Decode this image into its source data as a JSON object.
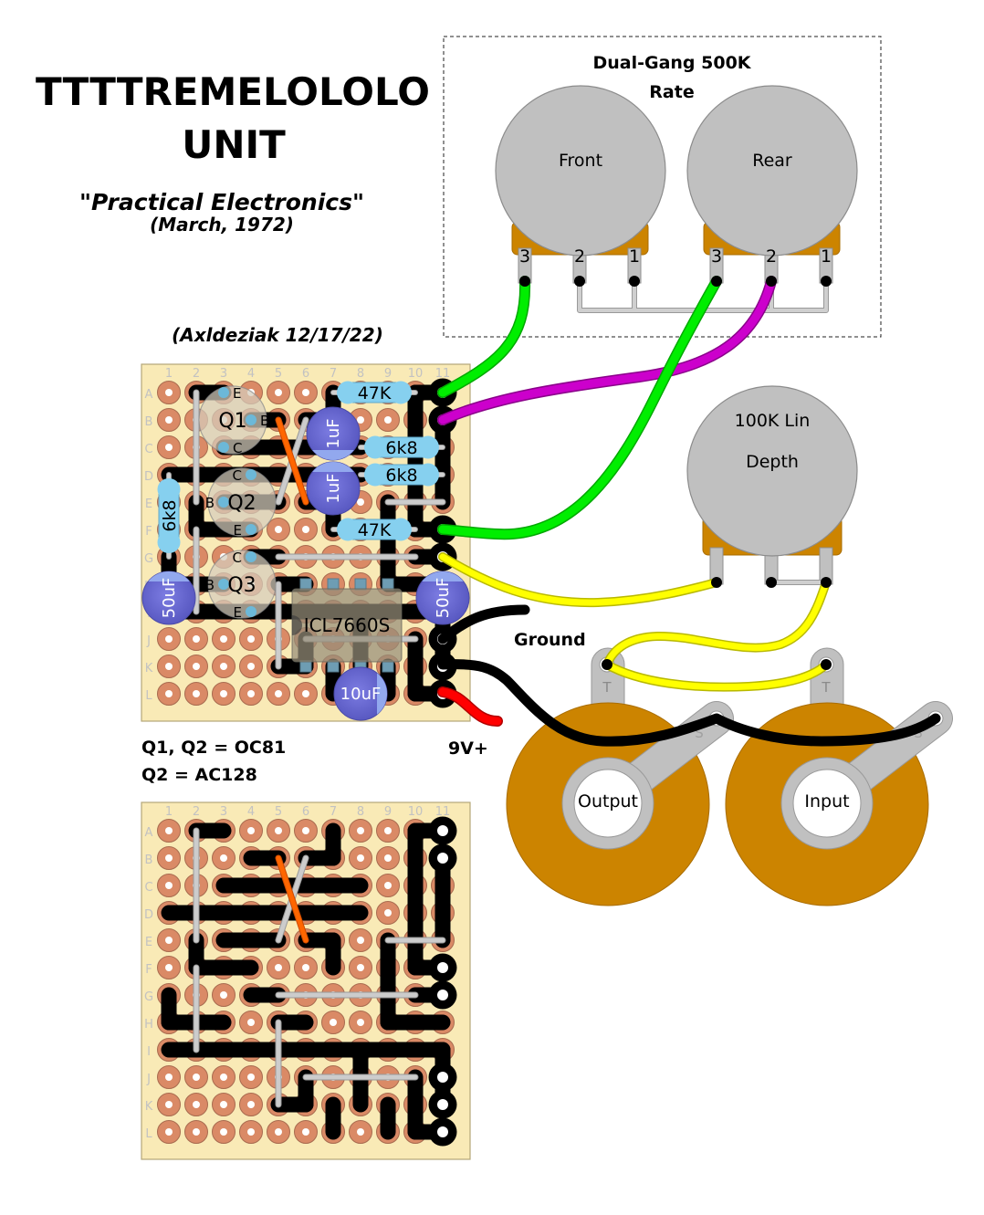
{
  "title": {
    "line1": "TTTTREMELOLOLO",
    "line2": "UNIT",
    "quote": "\"",
    "source": "Practical Electronics",
    "date": "(March, 1972)",
    "author": "(Axldeziak 12/17/22)"
  },
  "notes": {
    "line1": "Q1, Q2 = OC81",
    "line2": "Q2 = AC128"
  },
  "labels": {
    "ground": "Ground",
    "power": "9V+"
  },
  "board": {
    "columns": [
      "1",
      "2",
      "3",
      "4",
      "5",
      "6",
      "7",
      "8",
      "9",
      "10",
      "11"
    ],
    "rows": [
      "A",
      "B",
      "C",
      "D",
      "E",
      "F",
      "G",
      "H",
      "I",
      "J",
      "K",
      "L"
    ],
    "traces": [
      "A2-A3",
      "A10-A11",
      "A7-B7",
      "B6-B7",
      "B4-B5",
      "C3-C8",
      "D1-D8",
      "E3-E5",
      "E6-E7",
      "E7-F7",
      "E2-F2",
      "F2-F4",
      "A10-F10",
      "F10-F11",
      "B11-E11",
      "E9-H9",
      "H9-H11",
      "G4-G5",
      "G10-G11",
      "G1-H1",
      "H1-H3",
      "H5-H6",
      "I1-I11",
      "I11-K11",
      "I8-K8",
      "K5-K6",
      "J6-K6",
      "K7-L7",
      "K9-L9",
      "J10-L10",
      "L10-L11"
    ],
    "jumpers": [
      {
        "from": "A2",
        "to": "E2",
        "color": "#cccccc",
        "edge": "#999999"
      },
      {
        "from": "F2",
        "to": "I2",
        "color": "#cccccc",
        "edge": "#999999"
      },
      {
        "from": "B6",
        "to": "E5",
        "color": "#cccccc",
        "edge": "#999999"
      },
      {
        "from": "B5",
        "to": "E6",
        "color": "#ff6600",
        "edge": "#cc4a00"
      },
      {
        "from": "E9",
        "to": "E11",
        "color": "#cccccc",
        "edge": "#999999"
      },
      {
        "from": "G5",
        "to": "G10",
        "color": "#cccccc",
        "edge": "#999999"
      },
      {
        "from": "H5",
        "to": "K5",
        "color": "#cccccc",
        "edge": "#999999"
      },
      {
        "from": "J6",
        "to": "J10",
        "color": "#cccccc",
        "edge": "#999999"
      }
    ],
    "connector_pads": [
      "A11",
      "B11",
      "F11",
      "G11",
      "J11",
      "K11",
      "L11"
    ]
  },
  "components": {
    "resistors": [
      {
        "value": "47K",
        "from": "A7",
        "to": "A10"
      },
      {
        "value": "6k8",
        "from": "C8",
        "to": "C11"
      },
      {
        "value": "6k8",
        "from": "D8",
        "to": "D11"
      },
      {
        "value": "47K",
        "from": "F7",
        "to": "F10"
      },
      {
        "value": "6k8",
        "from": "D1",
        "to": "G1"
      }
    ],
    "capacitors": [
      {
        "value": "1uF",
        "from": "B7",
        "to": "C7",
        "stripe": "bottom"
      },
      {
        "value": "1uF",
        "from": "D7",
        "to": "E7",
        "stripe": "top"
      },
      {
        "value": "50uF",
        "from": "H1",
        "to": "I1",
        "stripe": "top"
      },
      {
        "value": "50uF",
        "from": "H11",
        "to": "I11",
        "stripe": "top"
      },
      {
        "value": "10uF",
        "from": "L7",
        "to": "L9",
        "stripe": "right"
      }
    ],
    "transistors": [
      {
        "name": "Q1",
        "pins": [
          {
            "label": "E",
            "at": "A3"
          },
          {
            "label": "B",
            "at": "B4"
          },
          {
            "label": "C",
            "at": "C3"
          }
        ]
      },
      {
        "name": "Q2",
        "pins": [
          {
            "label": "C",
            "at": "D4"
          },
          {
            "label": "B",
            "at": "E3"
          },
          {
            "label": "E",
            "at": "F4"
          }
        ]
      },
      {
        "name": "Q3",
        "pins": [
          {
            "label": "C",
            "at": "G4"
          },
          {
            "label": "B",
            "at": "H3"
          },
          {
            "label": "E",
            "at": "I4"
          }
        ]
      }
    ],
    "ic": {
      "name": "ICL7660S",
      "top_pins": [
        "H6",
        "H7",
        "H8",
        "H9"
      ],
      "bottom_pins": [
        "K6",
        "K7",
        "K8",
        "K9"
      ]
    }
  },
  "pots": {
    "rate": {
      "title": "Dual-Gang 500K",
      "function": "Rate",
      "gangs": [
        "Front",
        "Rear"
      ],
      "lug_labels": [
        "3",
        "2",
        "1"
      ]
    },
    "depth": {
      "value": "100K Lin",
      "function": "Depth"
    }
  },
  "jacks": {
    "output": {
      "label": "Output",
      "tip": "T",
      "sleeve": "S"
    },
    "input": {
      "label": "Input",
      "tip": "T",
      "sleeve": "S"
    }
  },
  "wires": [
    {
      "name": "front-lug3-to-A11",
      "color": "#00ee00",
      "edge": "#00a800"
    },
    {
      "name": "rear-lug2-to-B11",
      "color": "#cc00cc",
      "edge": "#8a008a"
    },
    {
      "name": "rear-lug3-to-F11",
      "color": "#00ee00",
      "edge": "#00a800"
    },
    {
      "name": "G11-to-depth-lug3",
      "color": "#ffff00",
      "edge": "#b8b800"
    },
    {
      "name": "depth-lug1-to-output-tip",
      "color": "#ffff00",
      "edge": "#b8b800"
    },
    {
      "name": "output-tip-to-input-tip",
      "color": "#ffff00",
      "edge": "#b8b800"
    },
    {
      "name": "ground-lead",
      "color": "#000000",
      "edge": "#000000"
    },
    {
      "name": "sleeve-ground",
      "color": "#000000",
      "edge": "#000000"
    },
    {
      "name": "power-lead",
      "color": "#ff0000",
      "edge": "#b00000"
    }
  ]
}
